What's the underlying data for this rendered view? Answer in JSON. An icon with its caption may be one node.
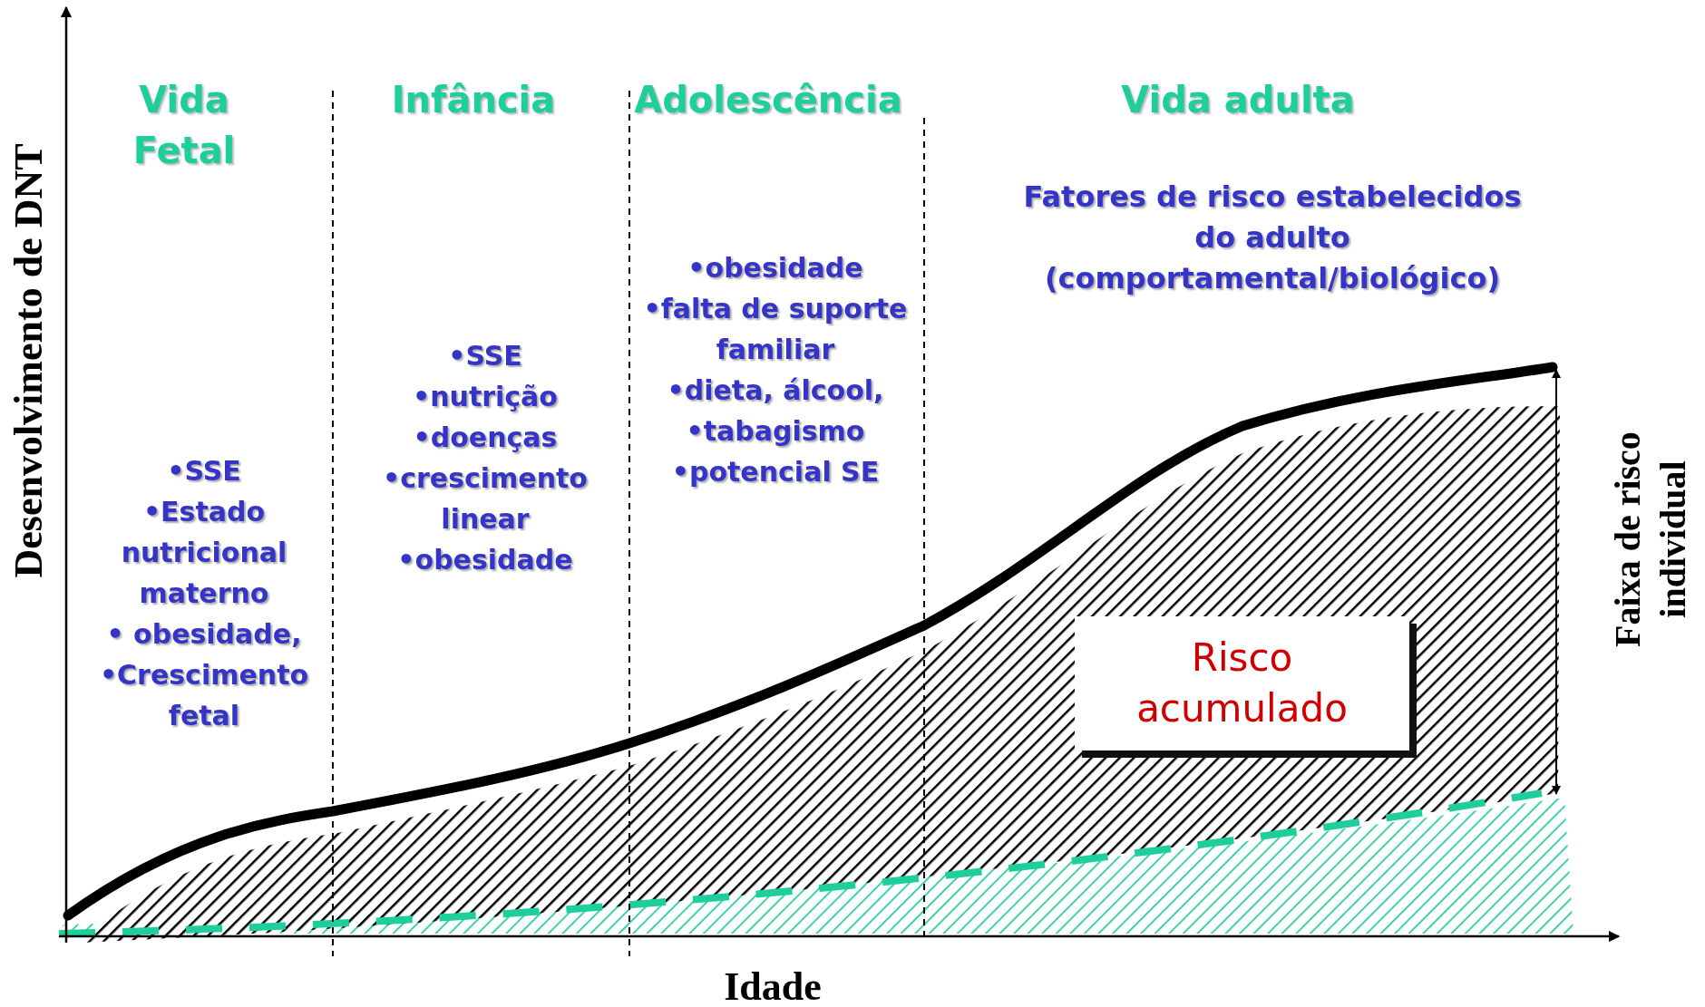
{
  "diagram": {
    "nodes": [
      {
        "text": [
          "Risco acumulado"
        ]
      }
    ],
    "labels": [
      "Vida Fetal",
      "Infância",
      "Adolescência",
      "Vida adulta",
      "Fatores de risco estabelecidos do adulto (comportamental/biológico)",
      "•obesidade",
      "•falta de suporte familiar",
      "•dieta, álcool,",
      "•tabagismo",
      "•potencial SE",
      "•SSE",
      "•nutrição",
      "•doenças",
      "•crescimento linear",
      "•obesidade",
      "•SSE",
      "•Estado nutricional materno",
      "• obesidade,",
      "•Crescimento fetal",
      "Desenvolvimento de DNT",
      "Idade",
      "Faixa de risco individual"
    ]
  }
}
